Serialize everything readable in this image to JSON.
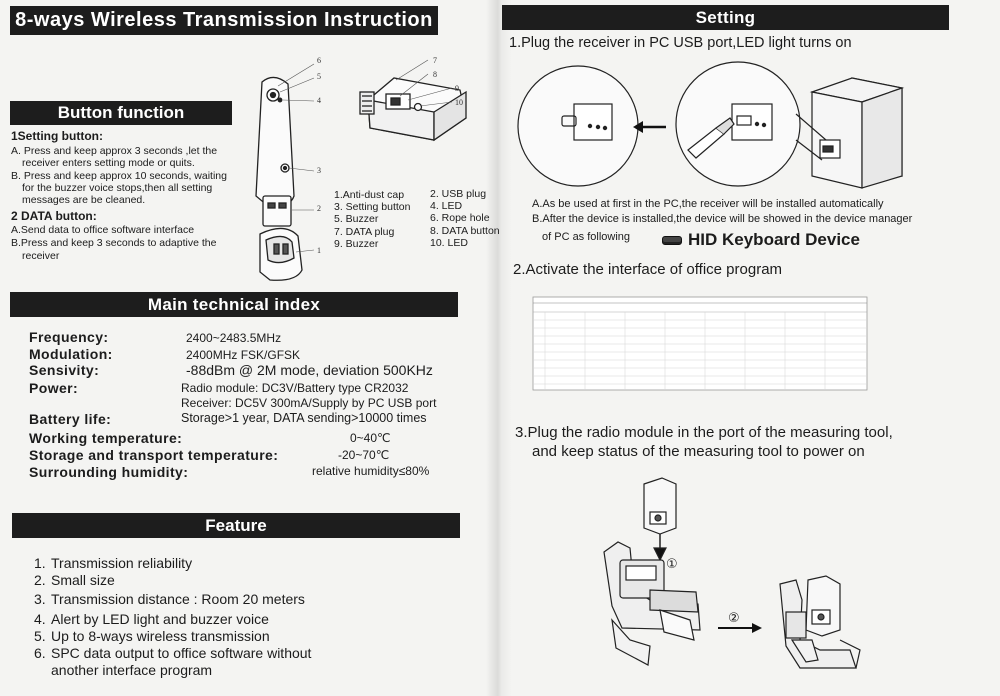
{
  "title": "8-ways Wireless Transmission Instruction",
  "button_function": {
    "heading": "Button function",
    "setting_title": "1Setting button:",
    "setting_a_1": "A. Press and keep approx 3 seconds ,let the",
    "setting_a_2": "receiver enters setting mode or quits.",
    "setting_b_1": "B. Press and keep approx 10 seconds, waiting",
    "setting_b_2": "for the buzzer voice stops,then all setting",
    "setting_b_3": "messages are be cleaned.",
    "data_title": "2 DATA button:",
    "data_a": "A.Send data to office software interface",
    "data_b_1": "B.Press and keep 3 seconds to adaptive the",
    "data_b_2": "receiver"
  },
  "callouts": [
    "1",
    "2",
    "3",
    "4",
    "5",
    "6",
    "7",
    "8",
    "9",
    "10"
  ],
  "parts": [
    "1.Anti-dust cap",
    "2. USB plug",
    "3. Setting button",
    "4. LED",
    "5. Buzzer",
    "6. Rope hole",
    "7. DATA plug",
    "8. DATA button",
    "9. Buzzer",
    "10. LED"
  ],
  "tech": {
    "heading": "Main technical index",
    "frequency_label": "Frequency:",
    "frequency_value": "2400~2483.5MHz",
    "modulation_label": "Modulation:",
    "modulation_value": "2400MHz FSK/GFSK",
    "sensivity_label": "Sensivity:",
    "sensivity_value": "-88dBm @ 2M mode, deviation 500KHz",
    "power_label": "Power:",
    "power_value_1": "Radio module: DC3V/Battery type CR2032",
    "power_value_2": "Receiver: DC5V 300mA/Supply by PC USB port",
    "battery_label": "Battery life:",
    "battery_value": "Storage>1 year,  DATA sending>10000 times",
    "working_label": "Working temperature:",
    "working_value": "0~40℃",
    "storage_label": "Storage and transport temperature:",
    "storage_value": "-20~70℃",
    "humidity_label": "Surrounding humidity:",
    "humidity_value": "relative humidity≤80%"
  },
  "feature": {
    "heading": "Feature",
    "items": [
      {
        "num": "1.",
        "text": "Transmission reliability"
      },
      {
        "num": "2.",
        "text": "Small size"
      },
      {
        "num": "3.",
        "text": "Transmission distance : Room 20 meters"
      },
      {
        "num": "4.",
        "text": "Alert by LED light and buzzer voice"
      },
      {
        "num": "5.",
        "text": "Up to 8-ways wireless transmission"
      },
      {
        "num": "6.",
        "text": "SPC data output to office software without"
      }
    ],
    "item6_cont": "another interface program"
  },
  "setting": {
    "heading": "Setting",
    "step1": "1.Plug the receiver in PC USB port,LED light turns on",
    "note_a": "A.As be used at first in the PC,the receiver will be installed automatically",
    "note_b_1": "B.After the device is installed,the device will be showed in the device manager",
    "note_b_2": "of PC as following",
    "hid_label": "HID Keyboard Device",
    "step2": "2.Activate the interface of office program",
    "step3_1": "3.Plug the radio module in the port of the measuring tool,",
    "step3_2": "and keep status of the measuring tool to power on",
    "circle_1": "①",
    "circle_2": "②"
  },
  "colors": {
    "bar": "#1d1d1d",
    "paper": "#f4f4f2",
    "ink": "#1c1c1c"
  }
}
